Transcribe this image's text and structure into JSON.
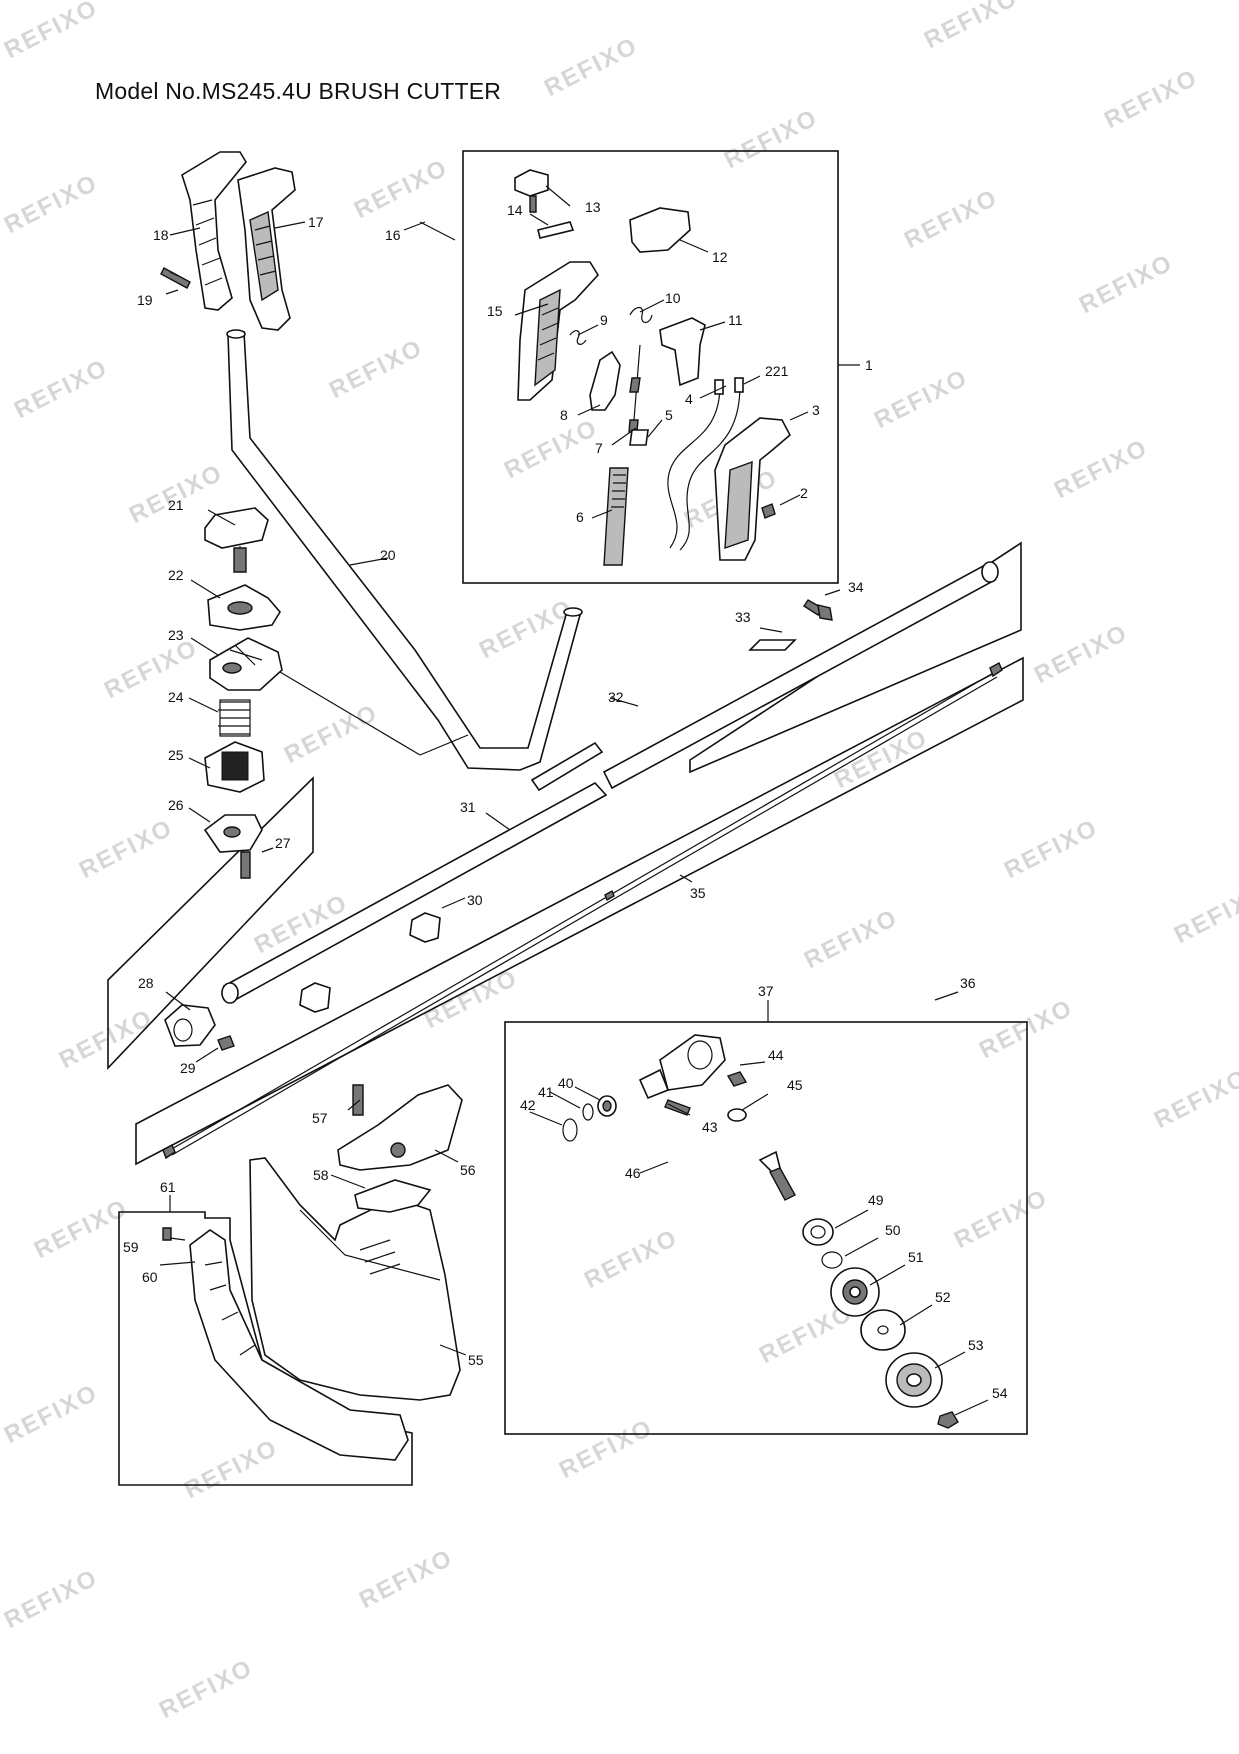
{
  "title": "Model No.MS245.4U BRUSH CUTTER",
  "watermark": "REFIXO",
  "callouts": {
    "p1": "1",
    "p2": "2",
    "p3": "3",
    "p4": "4",
    "p5": "5",
    "p6": "6",
    "p7": "7",
    "p8": "8",
    "p9": "9",
    "p10": "10",
    "p11": "11",
    "p12": "12",
    "p13": "13",
    "p14": "14",
    "p15": "15",
    "p16": "16",
    "p17": "17",
    "p18": "18",
    "p19": "19",
    "p20": "20",
    "p21": "21",
    "p22": "22",
    "p23": "23",
    "p24": "24",
    "p25": "25",
    "p26": "26",
    "p27": "27",
    "p28": "28",
    "p29": "29",
    "p30": "30",
    "p31": "31",
    "p32": "32",
    "p33": "33",
    "p34": "34",
    "p35": "35",
    "p36": "36",
    "p37": "37",
    "p40": "40",
    "p41": "41",
    "p42": "42",
    "p43": "43",
    "p44": "44",
    "p45": "45",
    "p46": "46",
    "p49": "49",
    "p50": "50",
    "p51": "51",
    "p52": "52",
    "p53": "53",
    "p54": "54",
    "p55": "55",
    "p56": "56",
    "p57": "57",
    "p58": "58",
    "p59": "59",
    "p60": "60",
    "p61": "61",
    "p221": "221"
  },
  "colors": {
    "line": "#111111",
    "watermark": "#d6d6d6",
    "background": "#ffffff"
  }
}
